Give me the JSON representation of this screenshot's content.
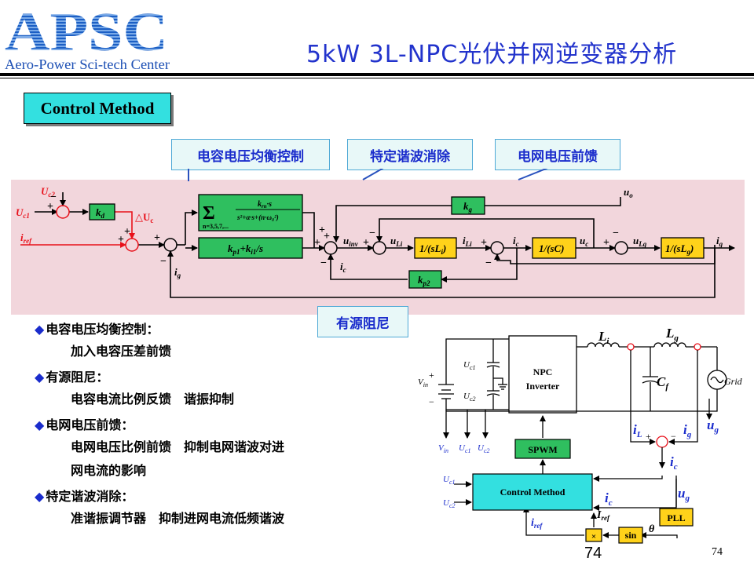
{
  "header": {
    "logo_main": "APSC",
    "logo_sub": "Aero-Power Sci-tech Center",
    "title": "5kW 3L-NPC光伏并网逆变器分析"
  },
  "section_label": "Control Method",
  "callouts": {
    "capacitor_balance": "电容电压均衡控制",
    "harmonic_elimination": "特定谐波消除",
    "grid_feedforward": "电网电压前馈",
    "active_damping": "有源阻尼"
  },
  "control_diagram": {
    "uc2": "U",
    "uc2_sub": "c2",
    "uc1": "U",
    "uc1_sub": "c1",
    "kd": "k",
    "kd_sub": "d",
    "delta_uc": "△U",
    "delta_uc_sub": "c",
    "iref": "i",
    "iref_sub": "ref",
    "sum_symbol": "Σ",
    "sum_range": "n=3,5,7,...",
    "resonant_num": "k",
    "resonant_num_sub": "rn",
    "resonant_num_tail": "·s",
    "resonant_den": "s²+α·s+(n·ω₀²)",
    "pi_label": "k",
    "pi_sub1": "p1",
    "pi_mid": "+k",
    "pi_sub2": "i1",
    "pi_tail": "/s",
    "kg": "k",
    "kg_sub": "g",
    "uo": "u",
    "uo_sub": "o",
    "uinv": "u",
    "uinv_sub": "inv",
    "uli": "u",
    "uli_sub": "Li",
    "inv_li": "1/(sL",
    "inv_li_sub": "i",
    "ili": "i",
    "ili_sub": "Li",
    "ic": "i",
    "ic_sub": "c",
    "inv_c": "1/(sC)",
    "uc": "u",
    "uc_sub": "c",
    "ulg": "u",
    "ulg_sub": "Lg",
    "inv_lg": "1/(sL",
    "inv_lg_sub": "g",
    "ig": "i",
    "ig_sub": "g",
    "kp2": "k",
    "kp2_sub": "p2",
    "plus": "+",
    "minus": "−"
  },
  "notes": [
    {
      "head": "电容电压均衡控制：",
      "body": [
        "加入电容压差前馈"
      ]
    },
    {
      "head": "有源阻尼：",
      "body": [
        "电容电流比例反馈　谐振抑制"
      ]
    },
    {
      "head": "电网电压前馈：",
      "body": [
        "电网电压比例前馈　抑制电网谐波对进",
        "网电流的影响"
      ]
    },
    {
      "head": "特定谐波消除：",
      "body": [
        "准谐振调节器　抑制进网电流低频谐波"
      ]
    }
  ],
  "circuit": {
    "vin": "V",
    "vin_sub": "in",
    "uc1": "U",
    "uc1_sub": "c1",
    "uc2": "U",
    "uc2_sub": "c2",
    "npc_line1": "NPC",
    "npc_line2": "Inverter",
    "li": "L",
    "li_sub": "i",
    "lg": "L",
    "lg_sub": "g",
    "cf": "C",
    "cf_sub": "f",
    "grid": "Grid",
    "ug": "u",
    "ug_sub": "g",
    "il": "i",
    "il_sub": "L",
    "ig": "i",
    "ig_sub": "g",
    "ic": "i",
    "ic_sub": "c",
    "spwm": "SPWM",
    "control_method": "Control Method",
    "iref": "I",
    "iref_sub": "ref",
    "iref_small": "i",
    "iref_small_sub": "ref",
    "pll": "PLL",
    "sin": "sin",
    "theta": "θ",
    "multiply": "×",
    "sense_vin": "V",
    "sense_vin_sub": "in",
    "sense_uc1": "U",
    "sense_uc1_sub": "c1",
    "sense_uc2": "U",
    "sense_uc2_sub": "c2",
    "ctrl_uc1": "U",
    "ctrl_uc1_sub": "c1",
    "ctrl_uc2": "U",
    "ctrl_uc2_sub": "c2",
    "plus": "+",
    "minus": "−"
  },
  "page_numbers": {
    "center": "74",
    "right": "74"
  },
  "colors": {
    "title_blue": "#2233cc",
    "callout_text": "#1a2ccc",
    "diagram_bg": "#f2d6dc",
    "block_green": "#2fbf5f",
    "block_yellow": "#ffd21a",
    "signal_red": "#e8101a",
    "method_cyan": "#33e0e0"
  }
}
